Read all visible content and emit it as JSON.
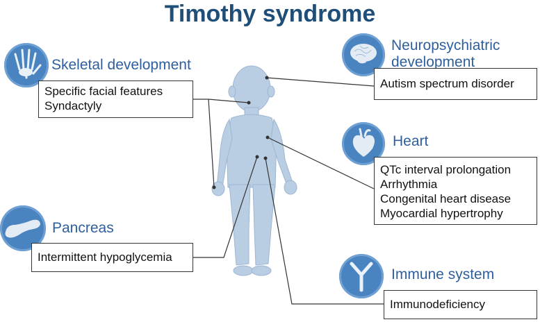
{
  "title": "Timothy syndrome",
  "categories": {
    "skeletal": {
      "label": "Skeletal development",
      "icon": "hand-bones-icon",
      "items": [
        "Specific facial features",
        "Syndactyly"
      ]
    },
    "neuro": {
      "label_line1": "Neuropsychiatric",
      "label_line2": "development",
      "icon": "brain-icon",
      "items": [
        "Autism spectrum disorder"
      ]
    },
    "heart": {
      "label": "Heart",
      "icon": "heart-icon",
      "items": [
        "QTc interval prolongation",
        "Arrhythmia",
        "Congenital heart disease",
        "Myocardial hypertrophy"
      ]
    },
    "pancreas": {
      "label": "Pancreas",
      "icon": "pancreas-icon",
      "items": [
        "Intermittent hypoglycemia"
      ]
    },
    "immune": {
      "label": "Immune system",
      "icon": "antibody-icon",
      "items": [
        "Immunodeficiency"
      ]
    }
  },
  "colors": {
    "title": "#1f4e79",
    "label": "#2e5f9c",
    "icon_circle": "#4a84c0",
    "body": "#b9cde3"
  }
}
